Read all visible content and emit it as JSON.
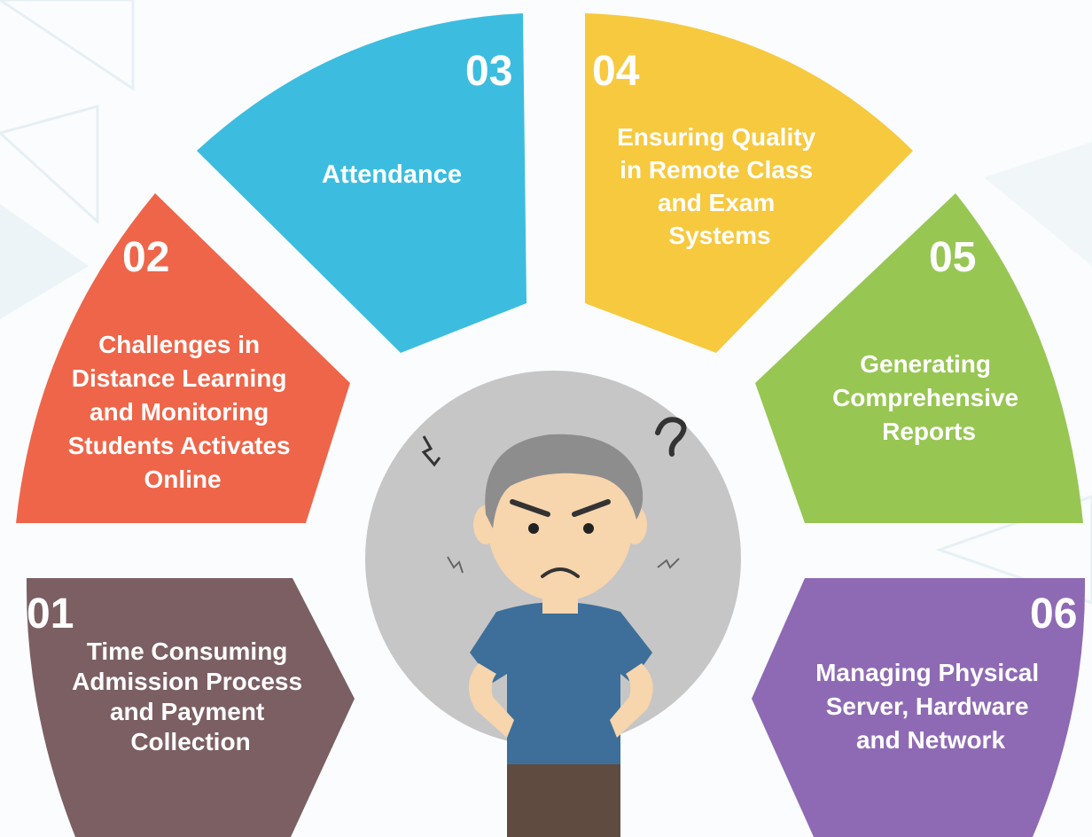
{
  "colors": {
    "s01": "#7b5f63",
    "s02": "#ef6549",
    "s03": "#3cbde0",
    "s04": "#f7c93f",
    "s05": "#97c653",
    "s06": "#8e6ab4",
    "circle": "#c6c6c6",
    "shirt": "#3e6f9a",
    "skin": "#f7d5ad",
    "hair": "#8d8d8d",
    "pants": "#5f4b3f"
  },
  "segments": [
    {
      "number": "01",
      "lines": [
        "Time Consuming",
        "Admission Process",
        "and Payment",
        "Collection"
      ]
    },
    {
      "number": "02",
      "lines": [
        "Challenges in",
        "Distance  Learning",
        "and Monitoring",
        "Students Activates",
        "Online"
      ]
    },
    {
      "number": "03",
      "lines": [
        "Attendance"
      ]
    },
    {
      "number": "04",
      "lines": [
        "Ensuring Quality",
        "in Remote Class",
        "and Exam",
        "Systems"
      ]
    },
    {
      "number": "05",
      "lines": [
        "Generating",
        "Comprehensive",
        "Reports"
      ]
    },
    {
      "number": "06",
      "lines": [
        "Managing Physical",
        "Server, Hardware",
        "and Network"
      ]
    }
  ]
}
